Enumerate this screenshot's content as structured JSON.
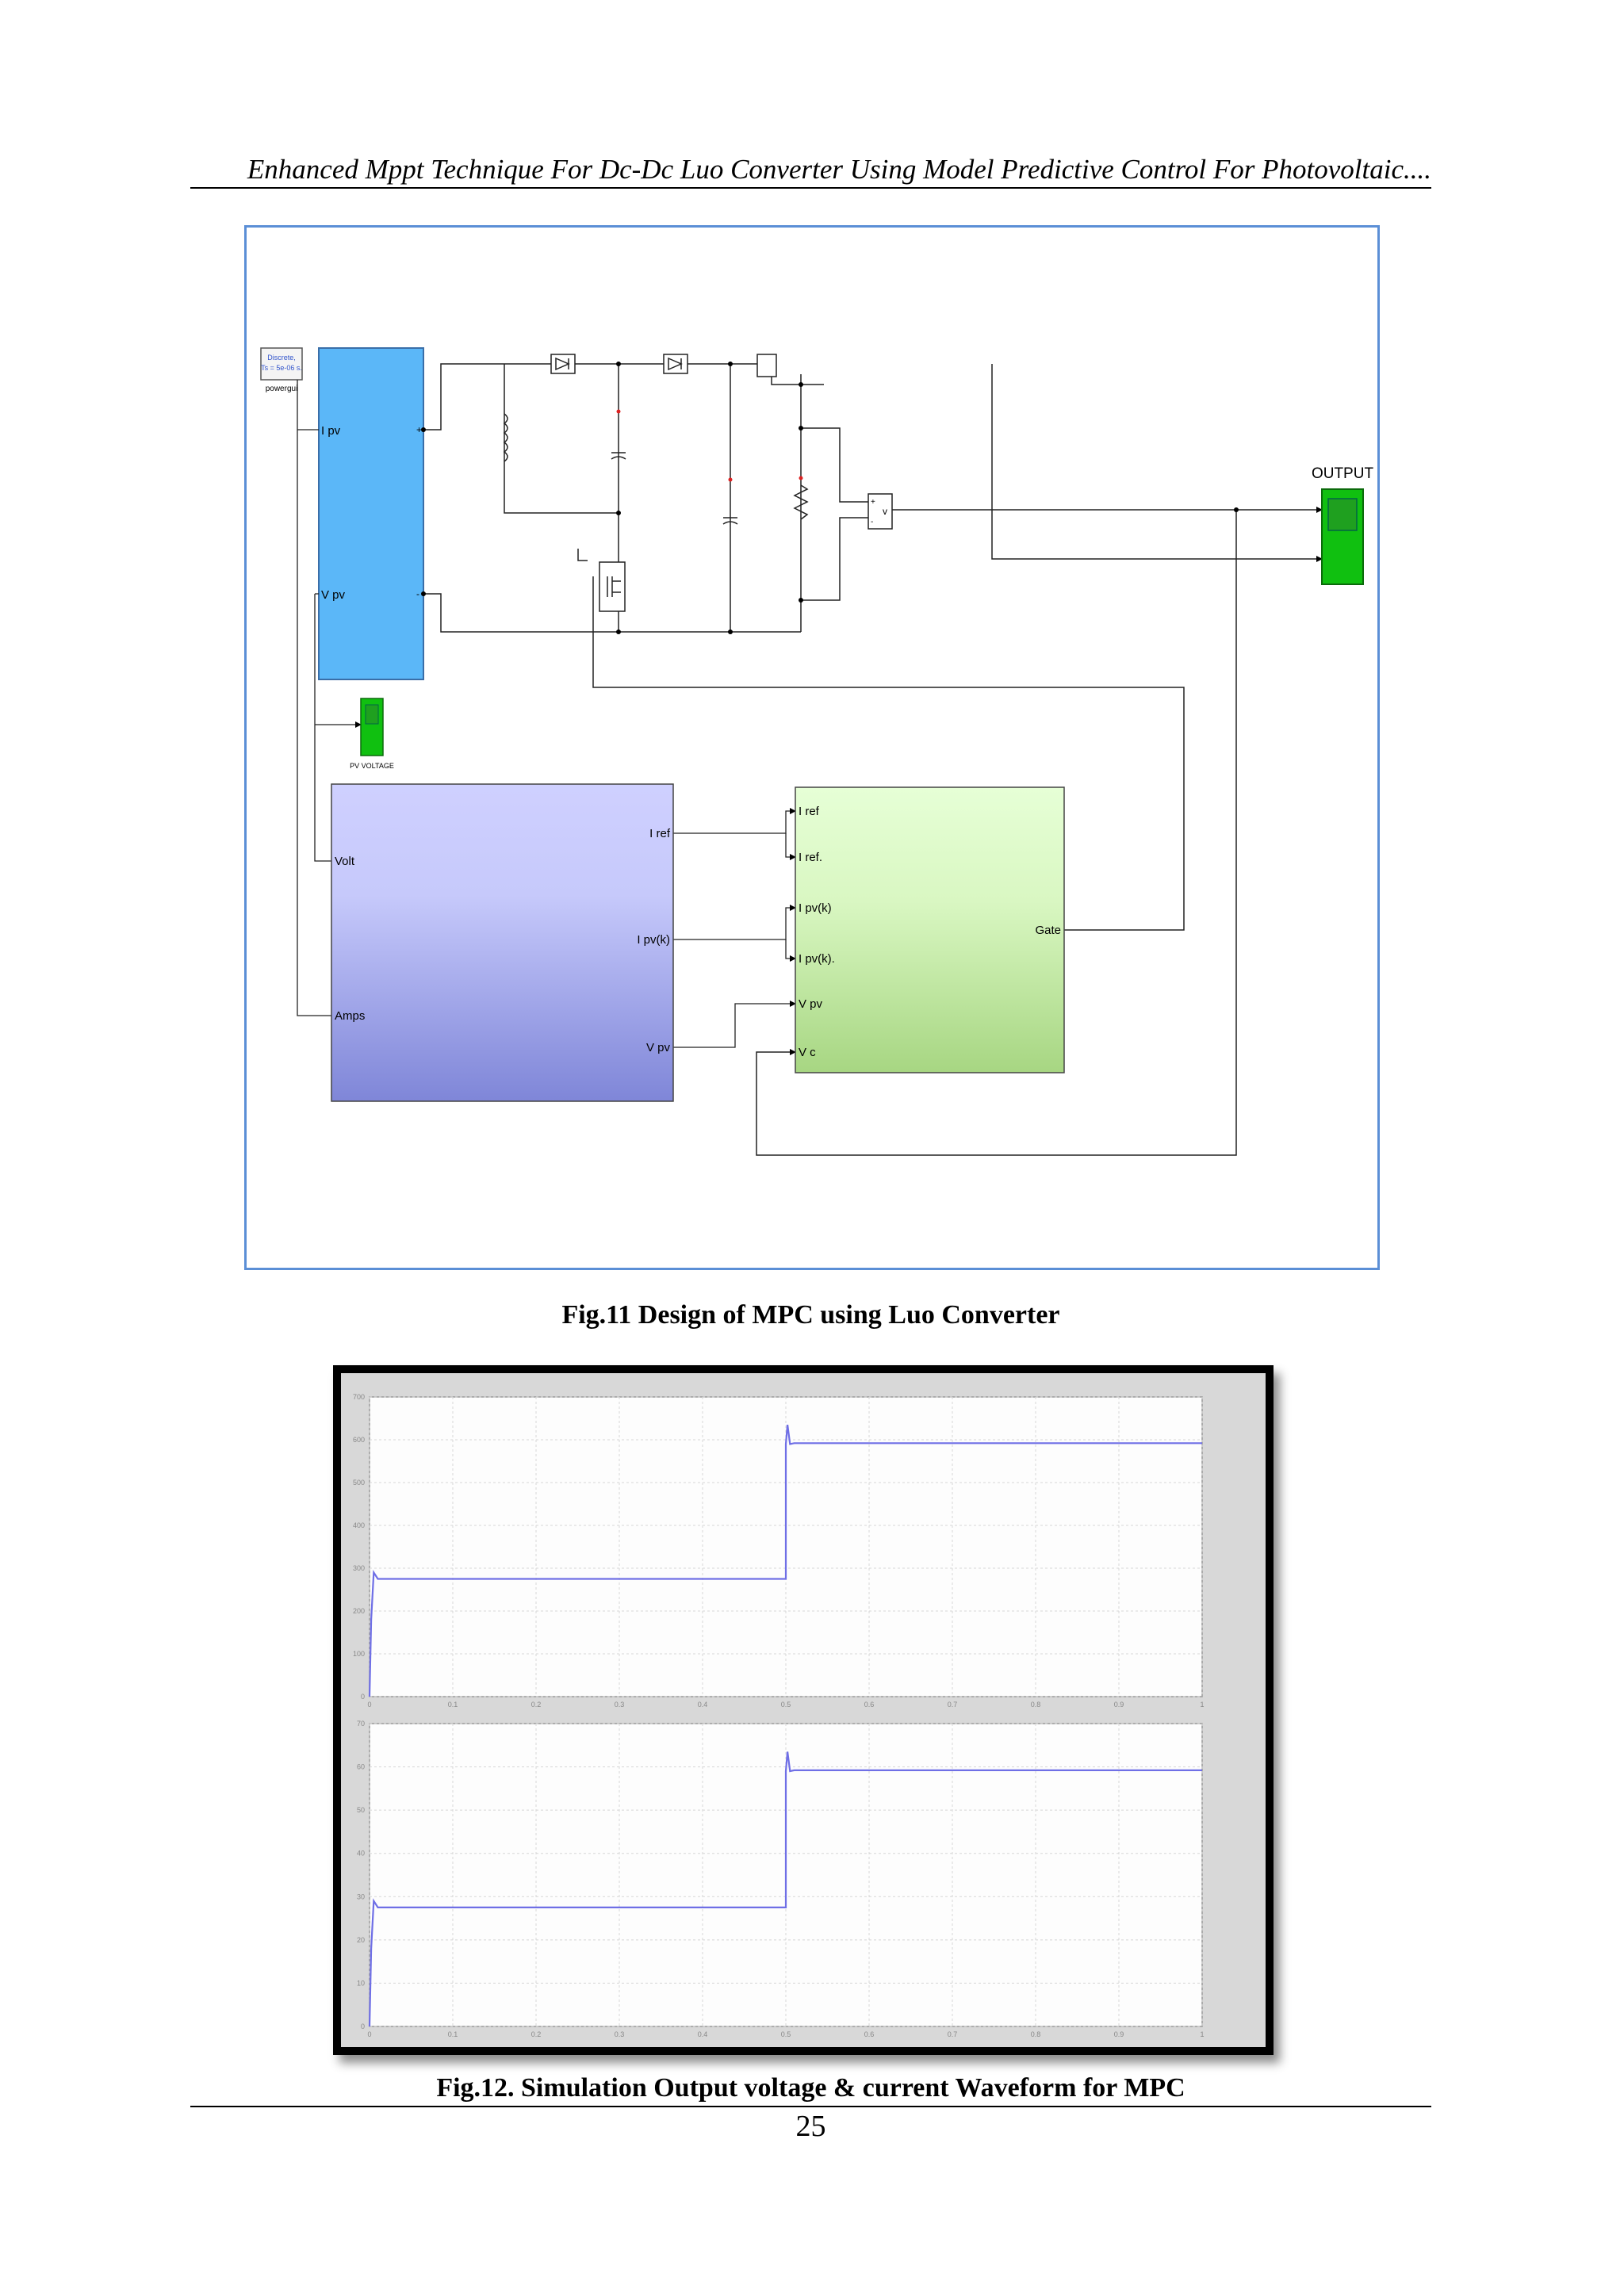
{
  "header": {
    "running_title": "Enhanced Mppt Technique For Dc-Dc Luo Converter Using Model Predictive Control For Photovoltaic...."
  },
  "figure11": {
    "caption": "Fig.11 Design of MPC using Luo Converter",
    "powergui": {
      "line1": "Discrete,",
      "line2": "Ts = 5e-06 s.",
      "label": "powergui"
    },
    "pv_block": {
      "port_ipv": "I pv",
      "port_vpv": "V pv"
    },
    "pv_scope_label": "PV VOLTAGE",
    "output_scope_label": "OUTPUT",
    "voltmeter_label": "v",
    "mppt_block": {
      "in_volt": "Volt",
      "in_amps": "Amps",
      "out_iref": "I ref",
      "out_ipvk": "I pv(k)",
      "out_vpv": "V pv"
    },
    "mpc_block": {
      "in1": "I ref",
      "in2": "I ref.",
      "in3": "I pv(k)",
      "in4": "I pv(k).",
      "in5": "V pv",
      "in6": "V c",
      "out_gate": "Gate"
    }
  },
  "figure12": {
    "caption": "Fig.12. Simulation Output voltage & current Waveform for MPC"
  },
  "page_number": "25",
  "chart_data": [
    {
      "type": "line",
      "title": "",
      "xlabel": "",
      "ylabel": "",
      "xlim": [
        0,
        1
      ],
      "ylim": [
        0,
        700
      ],
      "xticks": [
        "0",
        "0.1",
        "0.2",
        "0.3",
        "0.4",
        "0.5",
        "0.6",
        "0.7",
        "0.8",
        "0.9",
        "1"
      ],
      "yticks": [
        "0",
        "100",
        "200",
        "300",
        "400",
        "500",
        "600",
        "700"
      ],
      "grid": true,
      "color": "#6f6fe6",
      "series": [
        {
          "x": [
            0,
            0.002,
            0.005,
            0.01,
            0.5,
            0.5,
            0.502,
            0.505,
            0.51,
            1.0
          ],
          "y": [
            0,
            180,
            290,
            275,
            275,
            590,
            635,
            590,
            592,
            592
          ]
        }
      ]
    },
    {
      "type": "line",
      "title": "",
      "xlabel": "",
      "ylabel": "",
      "xlim": [
        0,
        1
      ],
      "ylim": [
        0,
        70
      ],
      "xticks": [
        "0",
        "0.1",
        "0.2",
        "0.3",
        "0.4",
        "0.5",
        "0.6",
        "0.7",
        "0.8",
        "0.9",
        "1"
      ],
      "yticks": [
        "0",
        "10",
        "20",
        "30",
        "40",
        "50",
        "60",
        "70"
      ],
      "grid": true,
      "color": "#6f6fe6",
      "series": [
        {
          "x": [
            0,
            0.002,
            0.005,
            0.01,
            0.5,
            0.5,
            0.502,
            0.505,
            0.51,
            1.0
          ],
          "y": [
            0,
            18,
            29,
            27.5,
            27.5,
            59,
            63.5,
            59,
            59.2,
            59.2
          ]
        }
      ]
    }
  ]
}
